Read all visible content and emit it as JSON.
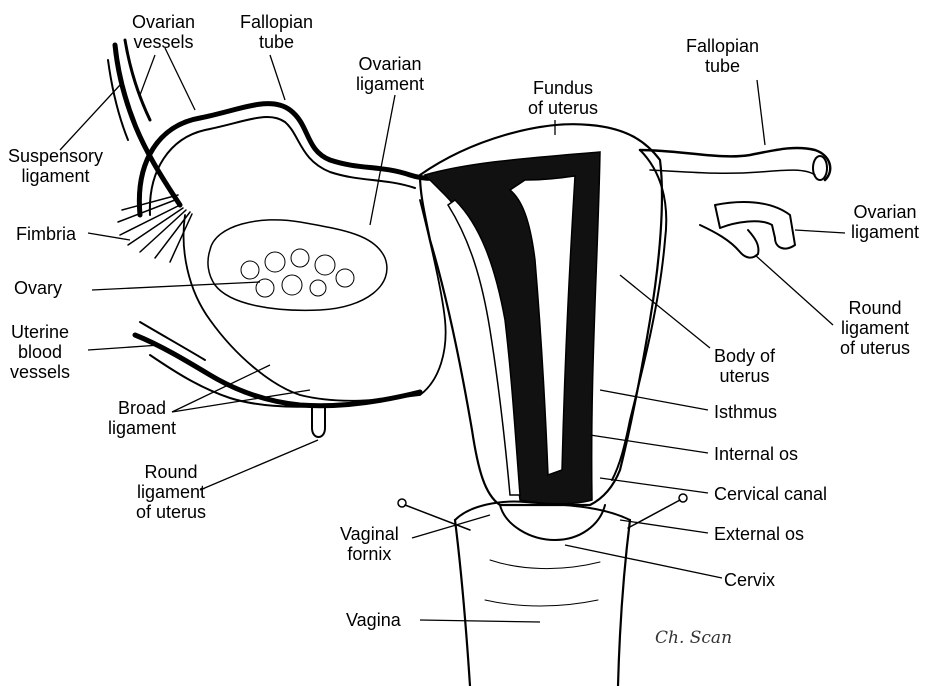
{
  "labels": {
    "ovarian_vessels": "Ovarian\nvessels",
    "fallopian_tube_left": "Fallopian\ntube",
    "ovarian_ligament_top": "Ovarian\nligament",
    "fundus": "Fundus\nof uterus",
    "fallopian_tube_right": "Fallopian\ntube",
    "suspensory_ligament": "Suspensory\nligament",
    "fimbria": "Fimbria",
    "ovarian_ligament_right": "Ovarian\nligament",
    "ovary": "Ovary",
    "round_ligament_right": "Round\nligament\nof uterus",
    "uterine_blood_vessels": "Uterine\nblood\nvessels",
    "body_of_uterus": "Body of\nuterus",
    "broad_ligament": "Broad\nligament",
    "isthmus": "Isthmus",
    "round_ligament_left": "Round\nligament\nof uterus",
    "internal_os": "Internal os",
    "cervical_canal": "Cervical canal",
    "vaginal_fornix": "Vaginal\nfornix",
    "external_os": "External os",
    "cervix": "Cervix",
    "vagina": "Vagina"
  },
  "signature": "Ch. Scan",
  "colors": {
    "ink": "#000000",
    "cavity": "#111111",
    "paper": "#ffffff"
  }
}
